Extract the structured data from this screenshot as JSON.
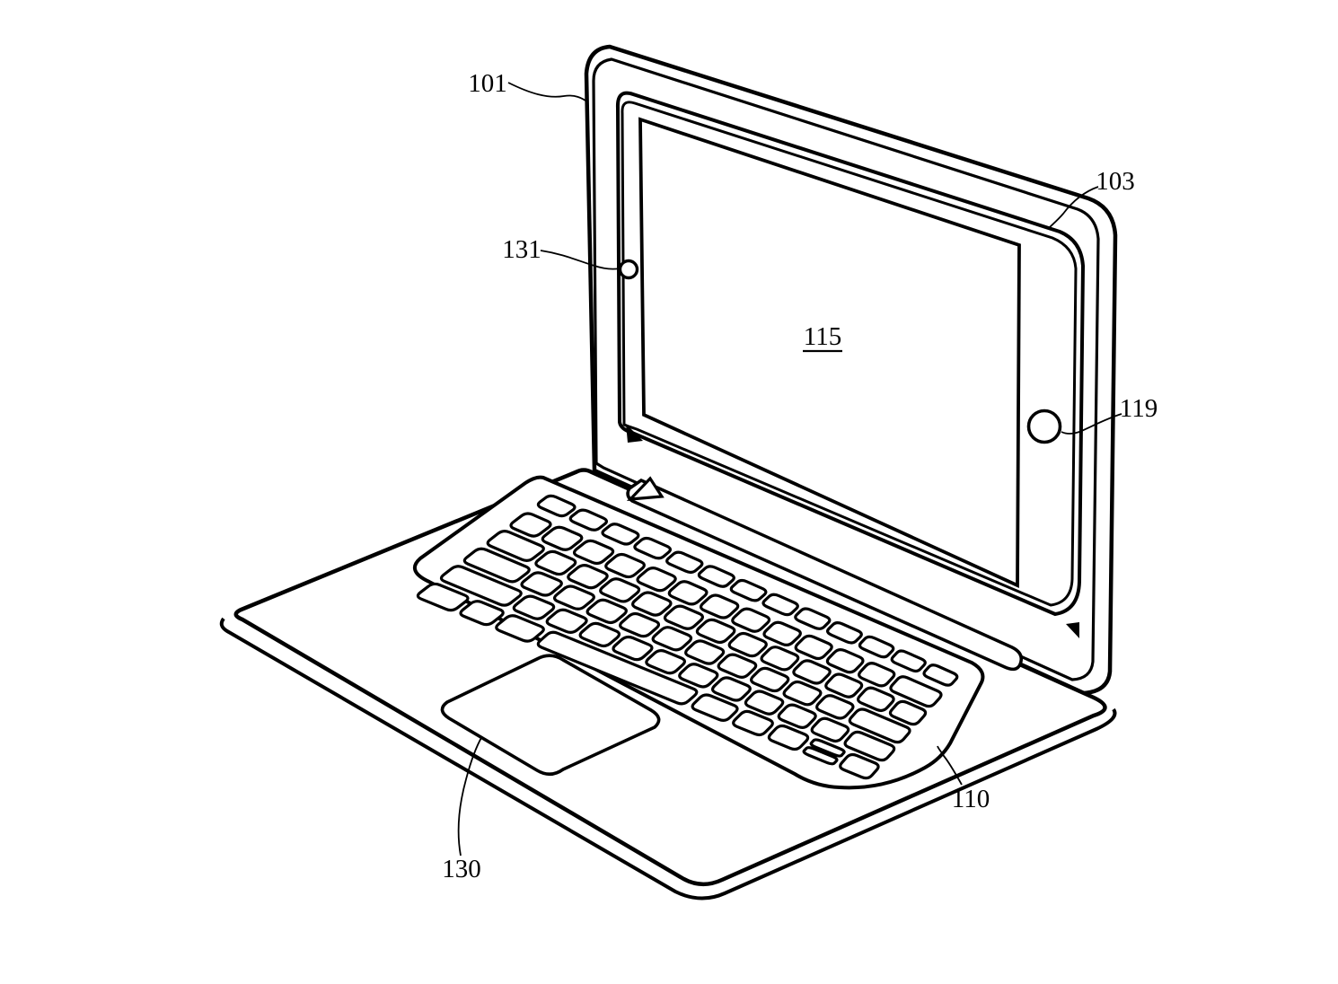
{
  "figure": {
    "title": "Patent-style line drawing of a tablet computer docked in a keyboard accessory (laptop configuration)",
    "background_color": "#ffffff",
    "line_color": "#000000",
    "labels": {
      "lid_cover": "101",
      "bezel_edge": "103",
      "front_camera": "131",
      "display_screen": "115",
      "home_button": "119",
      "keyboard": "110",
      "trackpad": "130"
    }
  }
}
